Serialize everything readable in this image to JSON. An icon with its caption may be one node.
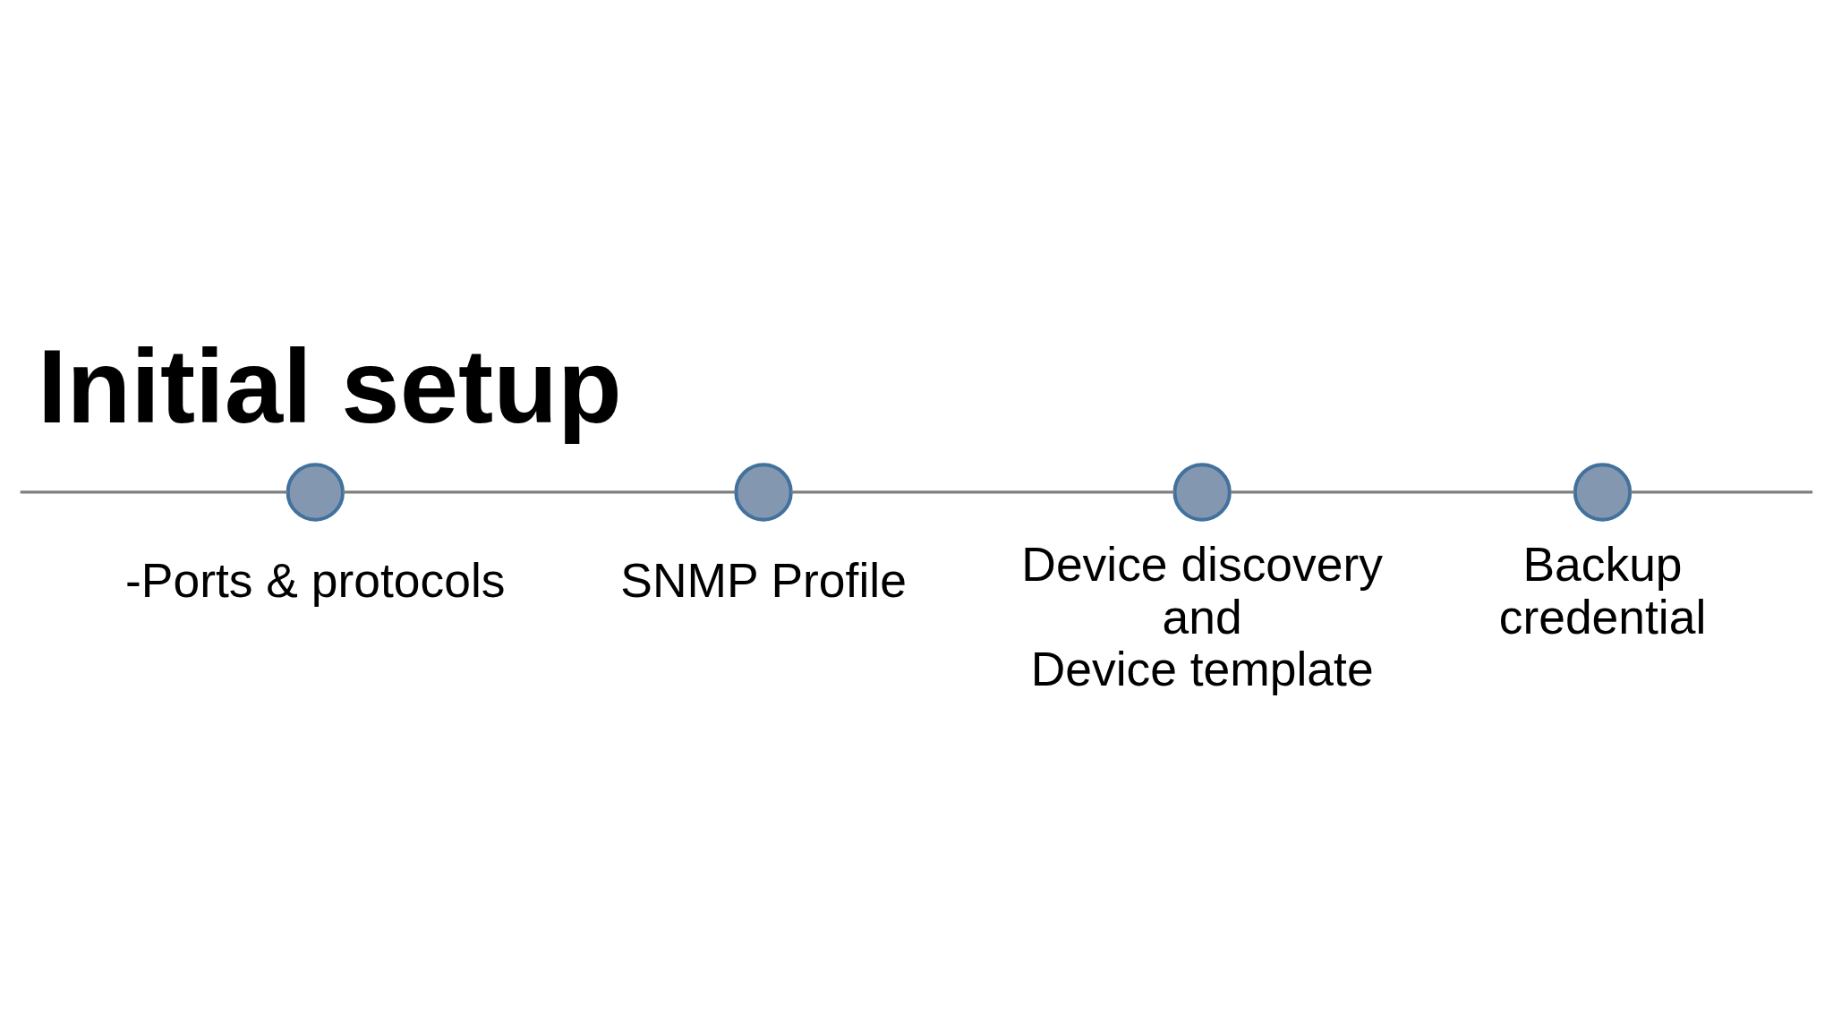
{
  "diagram": {
    "title": "Initial setup",
    "nodes": [
      {
        "text": [],
        "shape": "circle",
        "beside": [
          "-Ports & protocols"
        ]
      },
      {
        "text": [],
        "shape": "circle",
        "beside": [
          "SNMP Profile"
        ]
      },
      {
        "text": [],
        "shape": "circle",
        "beside": [
          "Device discovery and Device template"
        ]
      },
      {
        "text": [],
        "shape": "circle",
        "beside": [
          "Backup credential"
        ]
      }
    ],
    "edges": [
      {
        "from": null,
        "to": 0,
        "arrow": "none"
      },
      {
        "from": 0,
        "to": 1,
        "arrow": "none"
      },
      {
        "from": 1,
        "to": 2,
        "arrow": "none"
      },
      {
        "from": 2,
        "to": 3,
        "arrow": "none"
      },
      {
        "from": 3,
        "to": null,
        "arrow": "none"
      }
    ]
  }
}
